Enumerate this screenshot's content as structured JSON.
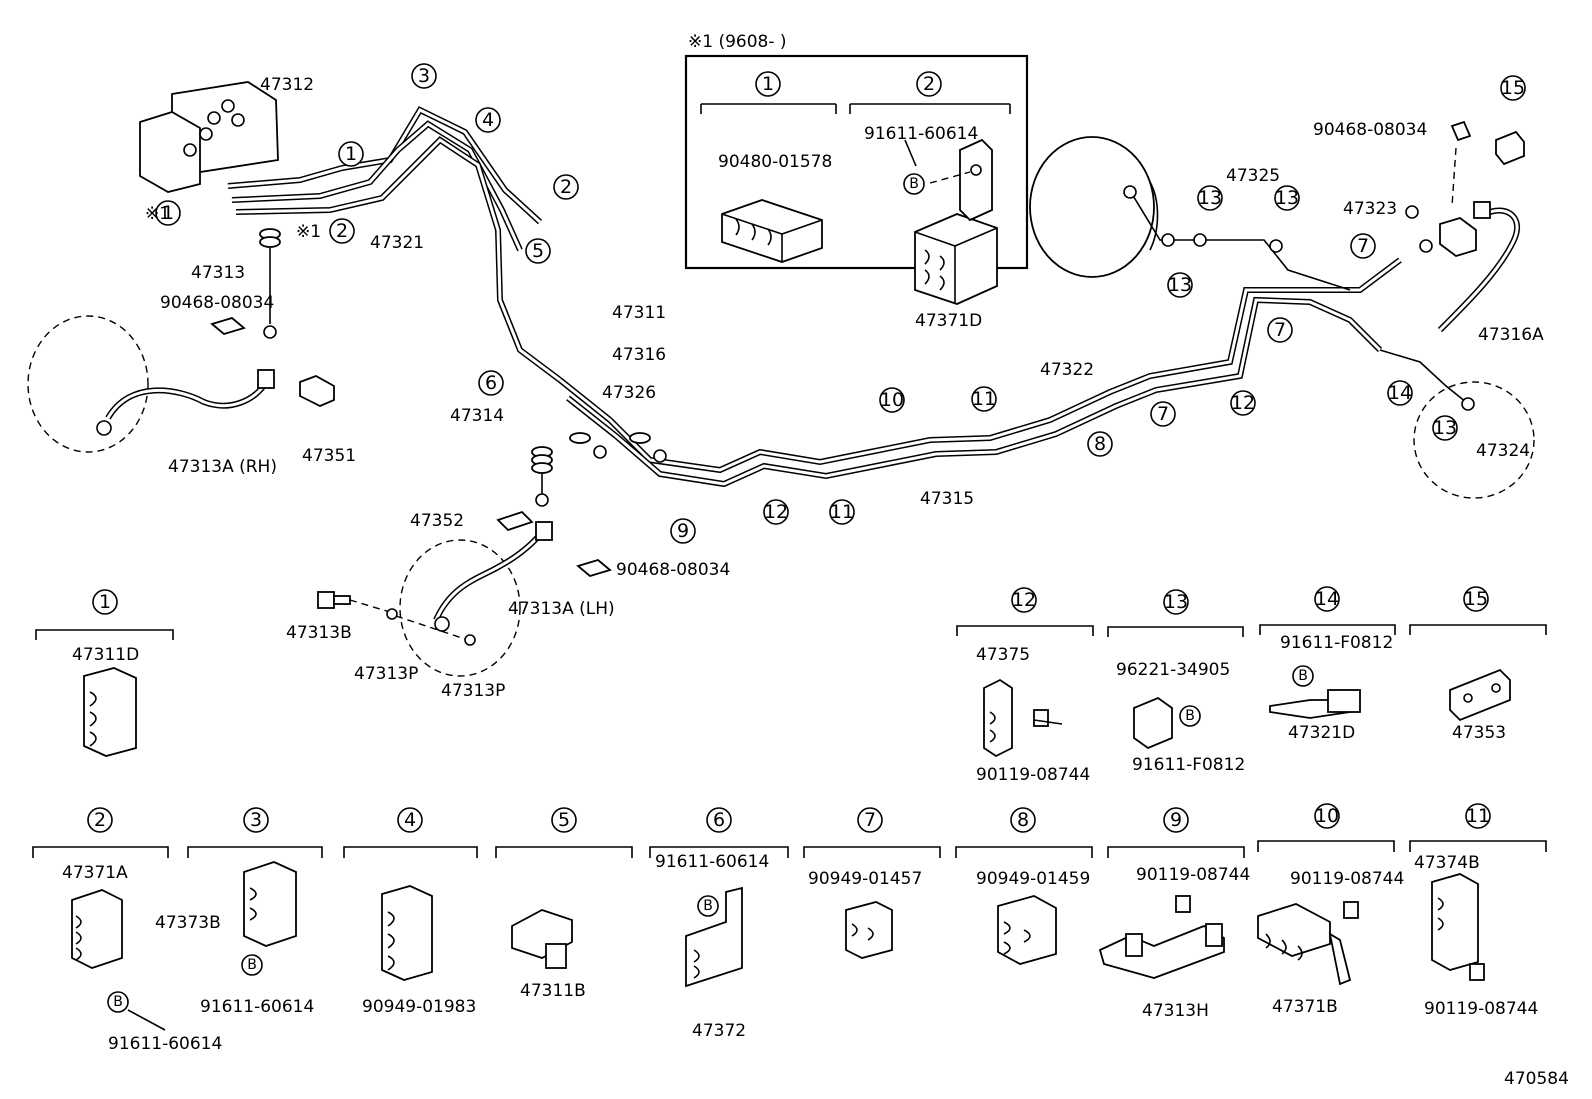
{
  "figure": {
    "code": "470584",
    "note_box": {
      "title": "※1 (9608-      )"
    }
  },
  "labels": {
    "p47312": "47312",
    "p47313": "47313",
    "p90468_a": "90468-08034",
    "p47313A_RH": "47313A (RH)",
    "p47351": "47351",
    "p47321": "47321",
    "p47311": "47311",
    "p47316": "47316",
    "p47326": "47326",
    "p47314": "47314",
    "p47352": "47352",
    "p90468_b": "90468-08034",
    "p47313A_LH": "47313A (LH)",
    "p47313B": "47313B",
    "p47313P_a": "47313P",
    "p47313P_b": "47313P",
    "p47315": "47315",
    "p47322": "47322",
    "p47325": "47325",
    "p47323": "47323",
    "p47316A": "47316A",
    "p90468_c": "90468-08034",
    "p47324": "47324",
    "box_90480": "90480-01578",
    "box_91611": "91611-60614",
    "box_47371D": "47371D",
    "star1_a": "※1",
    "star1_b": "※1"
  },
  "legend": {
    "i1": {
      "num": "1",
      "parts": [
        "47311D"
      ]
    },
    "i2": {
      "num": "2",
      "parts": [
        "47371A",
        "91611-60614"
      ]
    },
    "i3": {
      "num": "3",
      "parts": [
        "47373B",
        "91611-60614"
      ]
    },
    "i4": {
      "num": "4",
      "parts": [
        "90949-01983"
      ]
    },
    "i5": {
      "num": "5",
      "parts": [
        "47311B"
      ]
    },
    "i6": {
      "num": "6",
      "parts": [
        "91611-60614",
        "47372"
      ]
    },
    "i7": {
      "num": "7",
      "parts": [
        "90949-01457"
      ]
    },
    "i8": {
      "num": "8",
      "parts": [
        "90949-01459"
      ]
    },
    "i9": {
      "num": "9",
      "parts": [
        "90119-08744",
        "47313H"
      ]
    },
    "i10": {
      "num": "10",
      "parts": [
        "90119-08744",
        "47371B"
      ]
    },
    "i11": {
      "num": "11",
      "parts": [
        "47374B",
        "90119-08744"
      ]
    },
    "i12": {
      "num": "12",
      "parts": [
        "47375",
        "90119-08744"
      ]
    },
    "i13": {
      "num": "13",
      "parts": [
        "96221-34905",
        "91611-F0812"
      ]
    },
    "i14": {
      "num": "14",
      "parts": [
        "91611-F0812",
        "47321D"
      ]
    },
    "i15": {
      "num": "15",
      "parts": [
        "47353"
      ]
    }
  },
  "callout_letter": "B"
}
